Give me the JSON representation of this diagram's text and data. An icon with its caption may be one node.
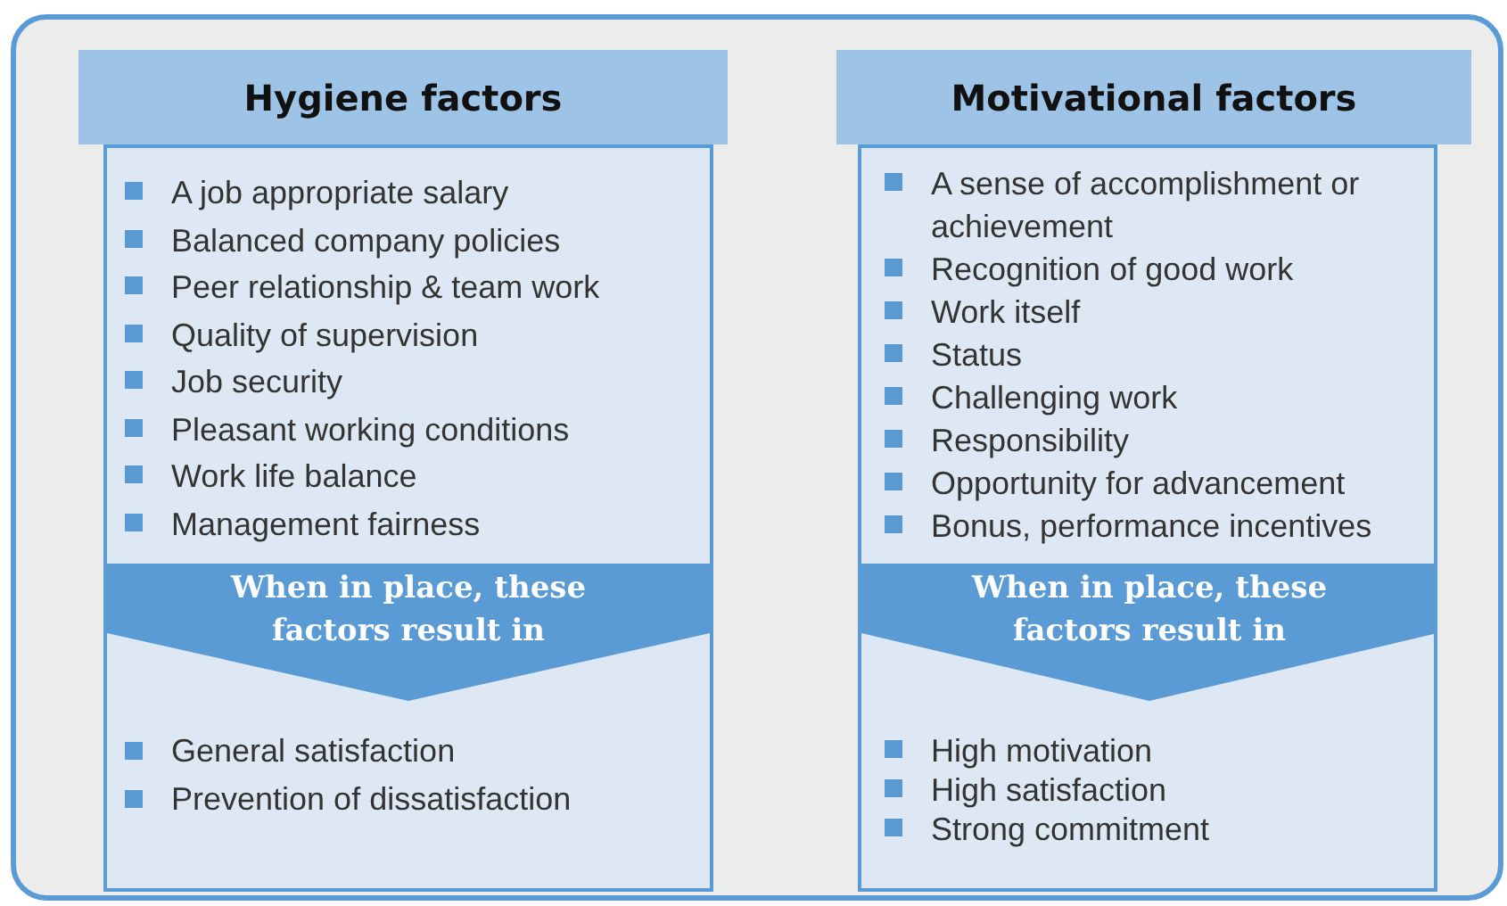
{
  "diagram": {
    "nodes": [
      {
        "text": [],
        "shape": "box"
      },
      {
        "text": [
          "Hygiene factors",
          "A job appropriate salary",
          "Balanced company policies",
          "Peer relationship & team work",
          "Quality of supervision",
          "Job security",
          "Pleasant working conditions",
          "Work life balance",
          "Management fairness",
          "General satisfaction",
          "Prevention of dissatisfaction"
        ],
        "in": 0
      },
      {
        "text": [
          "When in place, these factors result in"
        ],
        "in": 1
      },
      {
        "text": [
          "Motivational factors",
          "A sense of accomplishment or achievement",
          "Recognition of good work",
          "Work itself",
          "Status",
          "Challenging work",
          "Responsibility",
          "Opportunity for advancement",
          "Bonus, performance incentives",
          "High motivation",
          "High satisfaction",
          "Strong commitment"
        ],
        "in": 0
      },
      {
        "text": [
          "When in place, these factors result in"
        ],
        "in": 3
      }
    ],
    "edges": []
  }
}
